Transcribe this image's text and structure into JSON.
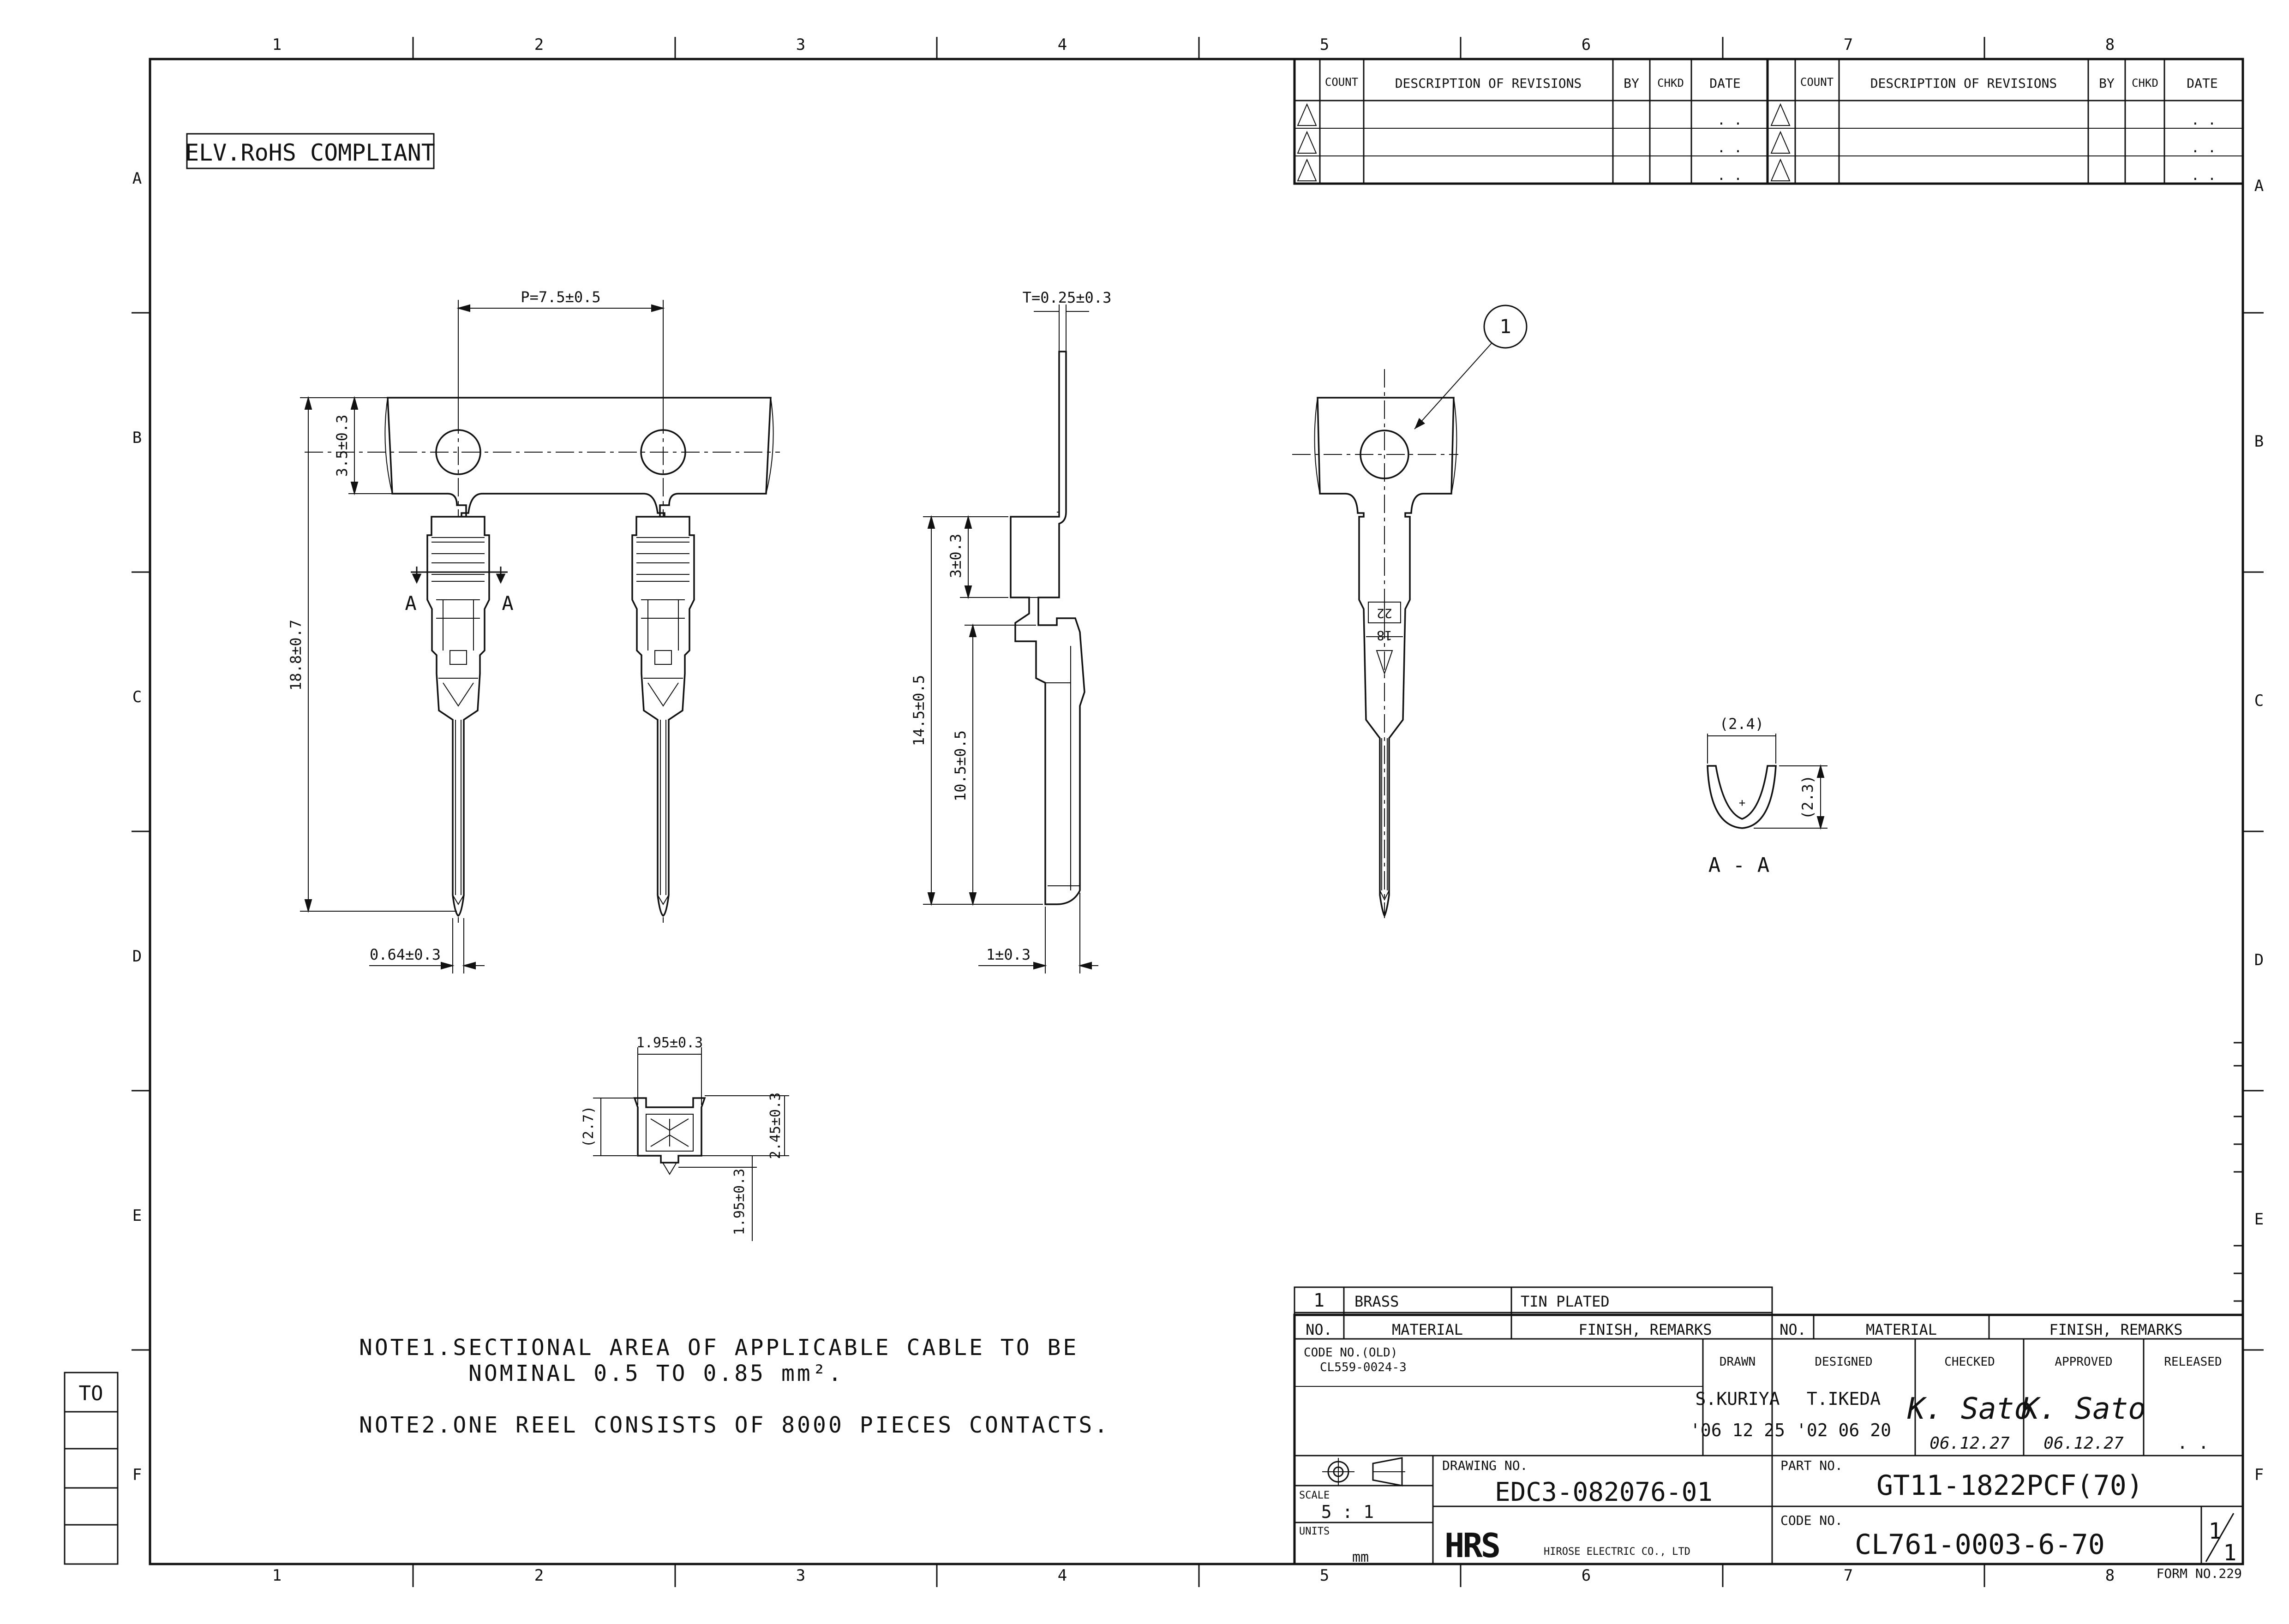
{
  "border": {
    "columns": [
      "1",
      "2",
      "3",
      "4",
      "5",
      "6",
      "7",
      "8"
    ],
    "rows": [
      "A",
      "B",
      "C",
      "D",
      "E",
      "F"
    ]
  },
  "compliance_label": "ELV.RoHS COMPLIANT",
  "revision_table": {
    "headers": [
      "COUNT",
      "DESCRIPTION OF REVISIONS",
      "BY",
      "CHKD",
      "DATE"
    ],
    "date_placeholder": ". ."
  },
  "dimensions": {
    "pitch": "P=7.5±0.5",
    "carrier_height": "3.5±0.3",
    "overall_length": "18.8±0.7",
    "section_mark": "A",
    "pin_width": "0.64±0.3",
    "thickness": "T=0.25±0.3",
    "crimp_length": "3±0.3",
    "body_length": "14.5±0.5",
    "pin_length": "10.5±0.5",
    "tip_offset": "1±0.3",
    "end_width": "1.95±0.3",
    "end_height_ref": "(2.7)",
    "end_height": "2.45±0.3",
    "end_depth": "1.95±0.3",
    "section_width": "(2.4)",
    "section_height": "(2.3)",
    "section_label": "A - A",
    "balloon": "1",
    "marking_top": "22",
    "marking_mid": "18"
  },
  "notes": [
    {
      "line1": "NOTE1.SECTIONAL AREA OF APPLICABLE CABLE TO BE",
      "line2": "NOMINAL 0.5 TO 0.85 mm²."
    },
    {
      "line1": "NOTE2.ONE REEL CONSISTS OF 8000 PIECES CONTACTS."
    }
  ],
  "to_box": {
    "label": "TO"
  },
  "material_table": {
    "no": "1",
    "material": "BRASS",
    "finish": "TIN PLATED",
    "headers": [
      "NO.",
      "MATERIAL",
      "FINISH, REMARKS"
    ]
  },
  "title_block": {
    "code_old_label": "CODE NO.(OLD)",
    "code_old": "CL559-0024-3",
    "drawn_label": "DRAWN",
    "drawn_by": "S.KURIYA",
    "drawn_date": "'06 12 25",
    "designed_label": "DESIGNED",
    "designed_by": "T.IKEDA",
    "designed_date": "'02 06 20",
    "checked_label": "CHECKED",
    "checked_sig": "K. Sato",
    "checked_date": "06.12.27",
    "approved_label": "APPROVED",
    "approved_sig": "K. Sato",
    "approved_date": "06.12.27",
    "released_label": "RELEASED",
    "released_value": ". .",
    "scale_label": "SCALE",
    "scale": "5 : 1",
    "units_label": "UNITS",
    "units": "mm",
    "drawing_no_label": "DRAWING NO.",
    "drawing_no": "EDC3-082076-01",
    "part_no_label": "PART NO.",
    "part_no": "GT11-1822PCF(70)",
    "code_no_label": "CODE NO.",
    "code_no": "CL761-0003-6-70",
    "sheet_num": "1",
    "sheet_den": "1",
    "company_logo": "HRS",
    "company_name": "HIROSE ELECTRIC CO., LTD",
    "form_no": "FORM NO.229"
  }
}
